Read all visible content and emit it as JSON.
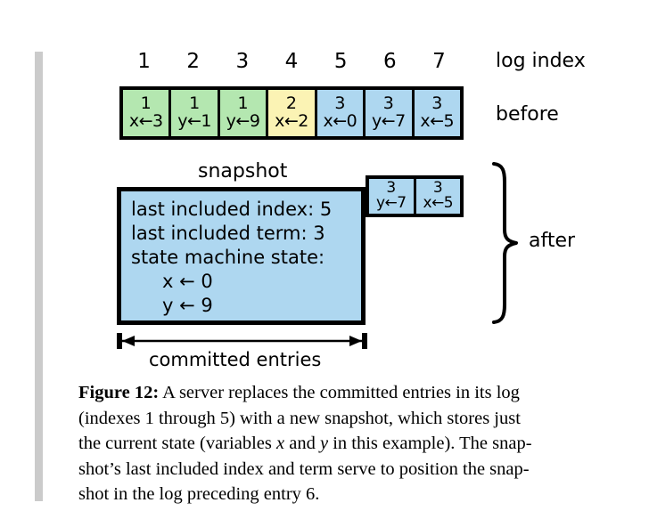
{
  "figure": {
    "labels": {
      "log_index": "log index",
      "before": "before",
      "after": "after",
      "snapshot": "snapshot",
      "committed_entries": "committed entries"
    },
    "log_indexes": [
      "1",
      "2",
      "3",
      "4",
      "5",
      "6",
      "7"
    ],
    "before_entries": [
      {
        "term": "1",
        "command": "x←3",
        "color": "#b4e7b0"
      },
      {
        "term": "1",
        "command": "y←1",
        "color": "#b4e7b0"
      },
      {
        "term": "1",
        "command": "y←9",
        "color": "#b4e7b0"
      },
      {
        "term": "2",
        "command": "x←2",
        "color": "#fbf3b4"
      },
      {
        "term": "3",
        "command": "x←0",
        "color": "#aed7f0"
      },
      {
        "term": "3",
        "command": "y←7",
        "color": "#aed7f0"
      },
      {
        "term": "3",
        "command": "x←5",
        "color": "#aed7f0"
      }
    ],
    "after_entries": [
      {
        "term": "3",
        "command": "y←7",
        "color": "#aed7f0"
      },
      {
        "term": "3",
        "command": "x←5",
        "color": "#aed7f0"
      }
    ],
    "snapshot": {
      "lines": [
        "last included index: 5",
        "last included term: 3",
        "state machine state:"
      ],
      "state": [
        "x ← 0",
        "y ← 9"
      ],
      "fill_color": "#aed7f0"
    }
  },
  "caption": {
    "label": "Figure 12:",
    "lines": [
      " A server replaces the committed entries in its log",
      "(indexes 1 through 5) with a new snapshot, which stores just",
      "the current state (variables x and y in this example). The snap-",
      "shot’s last included index and term serve to position the snap-",
      "shot in the log preceding entry 6."
    ],
    "full_text": "Figure 12: A server replaces the committed entries in its log (indexes 1 through 5) with a new snapshot, which stores just the current state (variables x and y in this example). The snapshot’s last included index and term serve to position the snapshot in the log preceding entry 6."
  }
}
